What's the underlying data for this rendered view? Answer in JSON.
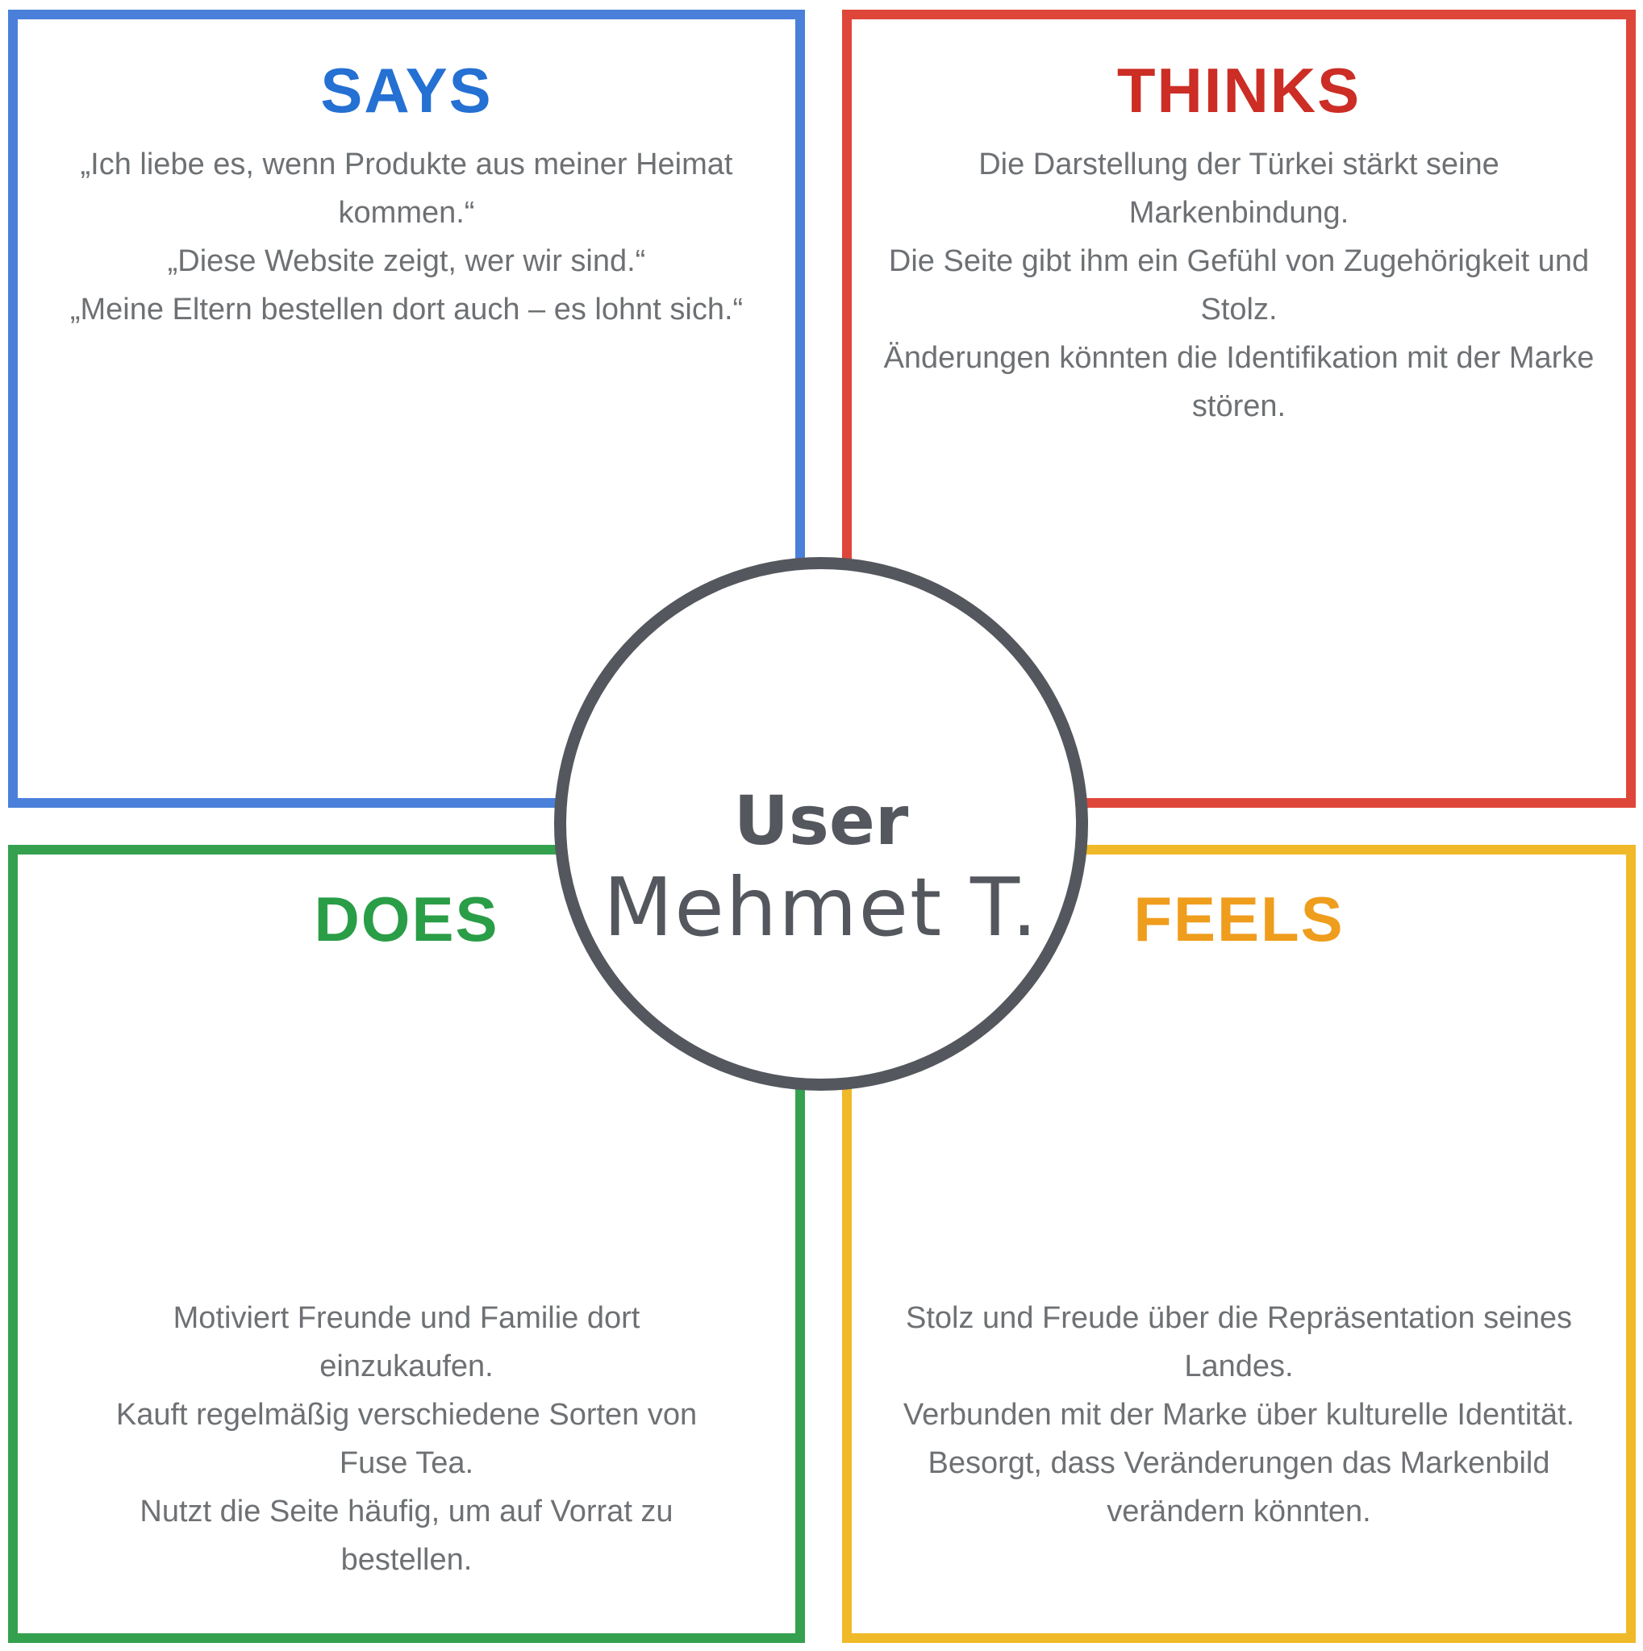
{
  "page": {
    "background": "#ffffff"
  },
  "persona": {
    "role": "User",
    "name": "Mehmet T."
  },
  "quadrants": {
    "says": {
      "title": "SAYS",
      "items": [
        "„Ich liebe es, wenn Produkte aus meiner Heimat kommen.“",
        "„Diese Website zeigt, wer wir sind.“",
        "„Meine Eltern bestellen dort auch – es lohnt sich.“"
      ]
    },
    "thinks": {
      "title": "THINKS",
      "items": [
        "Die Darstellung der Türkei stärkt seine Markenbindung.",
        "Die Seite gibt ihm ein Gefühl von Zugehörigkeit und Stolz.",
        "Änderungen könnten die Identifikation mit der Marke stören."
      ]
    },
    "does": {
      "title": "DOES",
      "items": [
        "Motiviert Freunde und Familie dort einzukaufen.",
        "Kauft regelmäßig verschiedene Sorten von Fuse Tea.",
        "Nutzt die Seite häufig, um auf Vorrat zu bestellen."
      ]
    },
    "feels": {
      "title": "FEELS",
      "items": [
        "Stolz und Freude über die Repräsentation seines Landes.",
        "Verbunden mit der Marke über kulturelle Identität.",
        "Besorgt, dass Veränderungen das Markenbild verändern könnten."
      ]
    }
  },
  "colors": {
    "says_border": "#4a80d9",
    "says_title": "#2470d3",
    "thinks_border": "#df463a",
    "thinks_title": "#cc2d24",
    "does_border": "#35a14f",
    "does_title": "#2a9d47",
    "feels_border": "#f0b929",
    "feels_title": "#ef9d1d",
    "circle_stroke": "#54575d",
    "persona_text": "#54575d",
    "body_text": "#6e7174"
  }
}
